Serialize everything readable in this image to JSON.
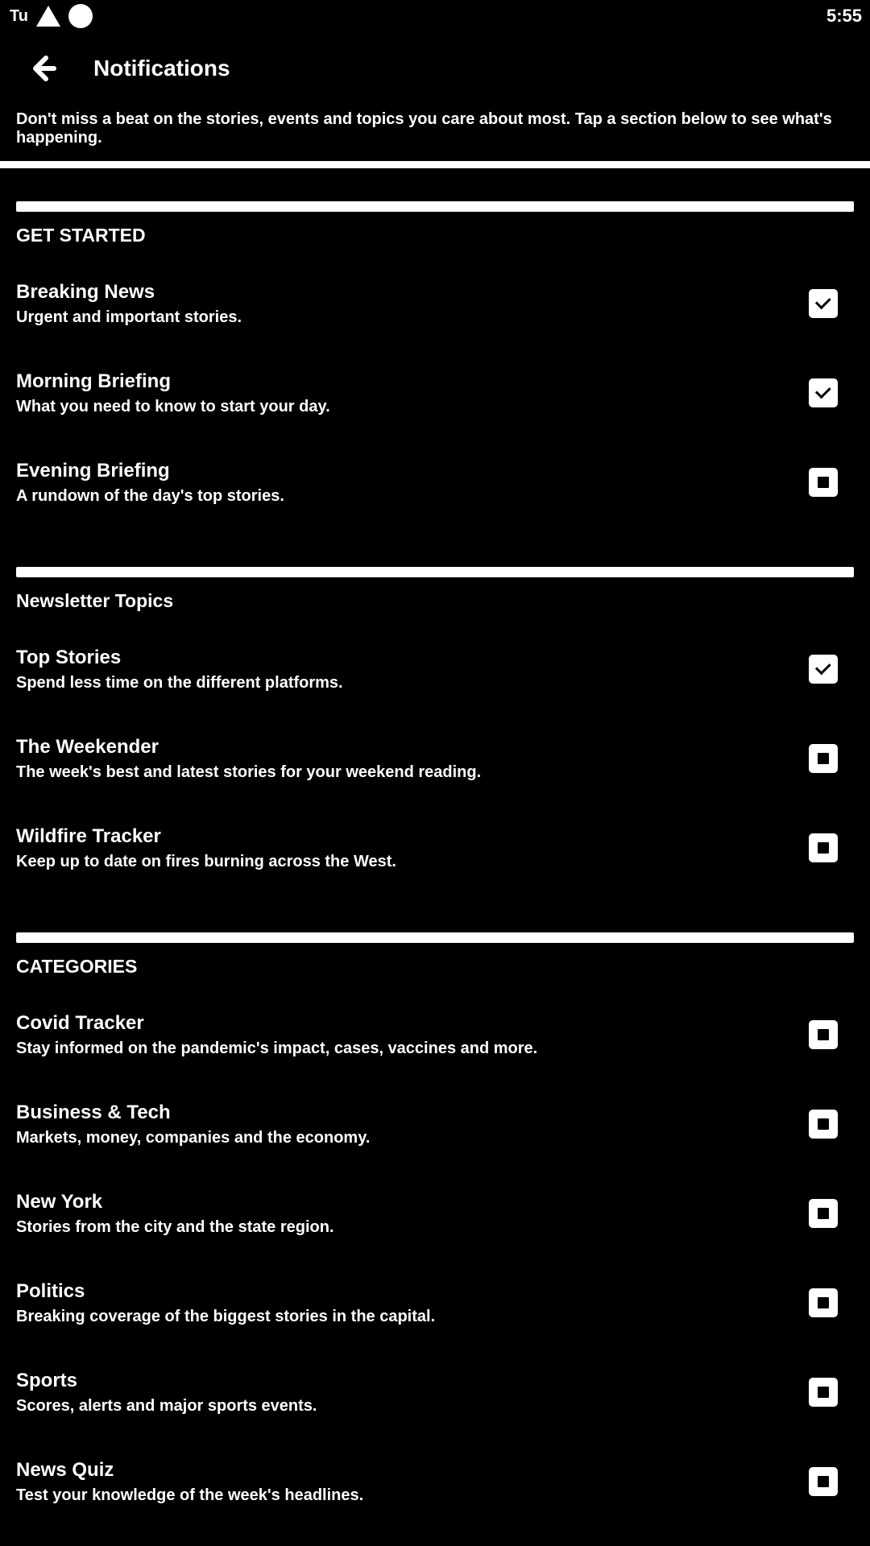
{
  "status_bar": {
    "left_text": "Tu",
    "time": "5:55"
  },
  "app_bar": {
    "title": "Notifications"
  },
  "intro_text": "Don't miss a beat on the stories, events and topics you care about most. Tap a section below to see what's happening.",
  "sections": [
    {
      "title": "GET STARTED",
      "items": [
        {
          "title": "Breaking News",
          "subtitle": "Urgent and important stories.",
          "checked": true
        },
        {
          "title": "Morning Briefing",
          "subtitle": "What you need to know to start your day.",
          "checked": true
        },
        {
          "title": "Evening Briefing",
          "subtitle": "A rundown of the day's top stories.",
          "checked": false
        }
      ]
    },
    {
      "title": "Newsletter Topics",
      "items": [
        {
          "title": "Top Stories",
          "subtitle": "Spend less time on the different platforms.",
          "checked": true
        },
        {
          "title": "The Weekender",
          "subtitle": "The week's best and latest stories for your weekend reading.",
          "checked": false
        },
        {
          "title": "Wildfire Tracker",
          "subtitle": "Keep up to date on fires burning across the West.",
          "checked": false
        }
      ]
    },
    {
      "title": "CATEGORIES",
      "items": [
        {
          "title": "Covid Tracker",
          "subtitle": "Stay informed on the pandemic's impact, cases, vaccines and more.",
          "checked": false
        },
        {
          "title": "Business & Tech",
          "subtitle": "Markets, money, companies and the economy.",
          "checked": false
        },
        {
          "title": "New York",
          "subtitle": "Stories from the city and the state region.",
          "checked": false
        },
        {
          "title": "Politics",
          "subtitle": "Breaking coverage of the biggest stories in the capital.",
          "checked": false
        },
        {
          "title": "Sports",
          "subtitle": "Scores, alerts and major sports events.",
          "checked": false
        },
        {
          "title": "News Quiz",
          "subtitle": "Test your knowledge of the week's headlines.",
          "checked": false
        }
      ]
    }
  ]
}
